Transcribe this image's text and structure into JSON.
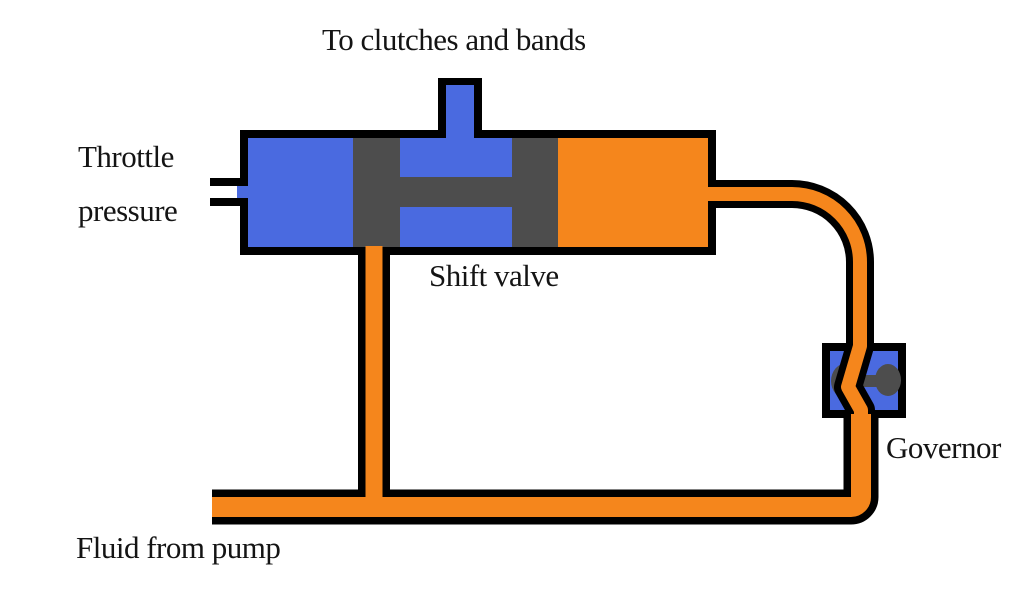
{
  "labels": {
    "to_clutches": "To clutches and bands",
    "throttle_line1": "Throttle",
    "throttle_line2": "pressure",
    "shift_valve": "Shift valve",
    "governor": "Governor",
    "fluid_from_pump": "Fluid from pump"
  },
  "colors": {
    "background": "#FFFFFF",
    "outline": "#000000",
    "fluid_blue": "#4A6AE0",
    "fluid_orange": "#F5861C",
    "spool_gray": "#4D4D4D",
    "text": "#141414"
  }
}
